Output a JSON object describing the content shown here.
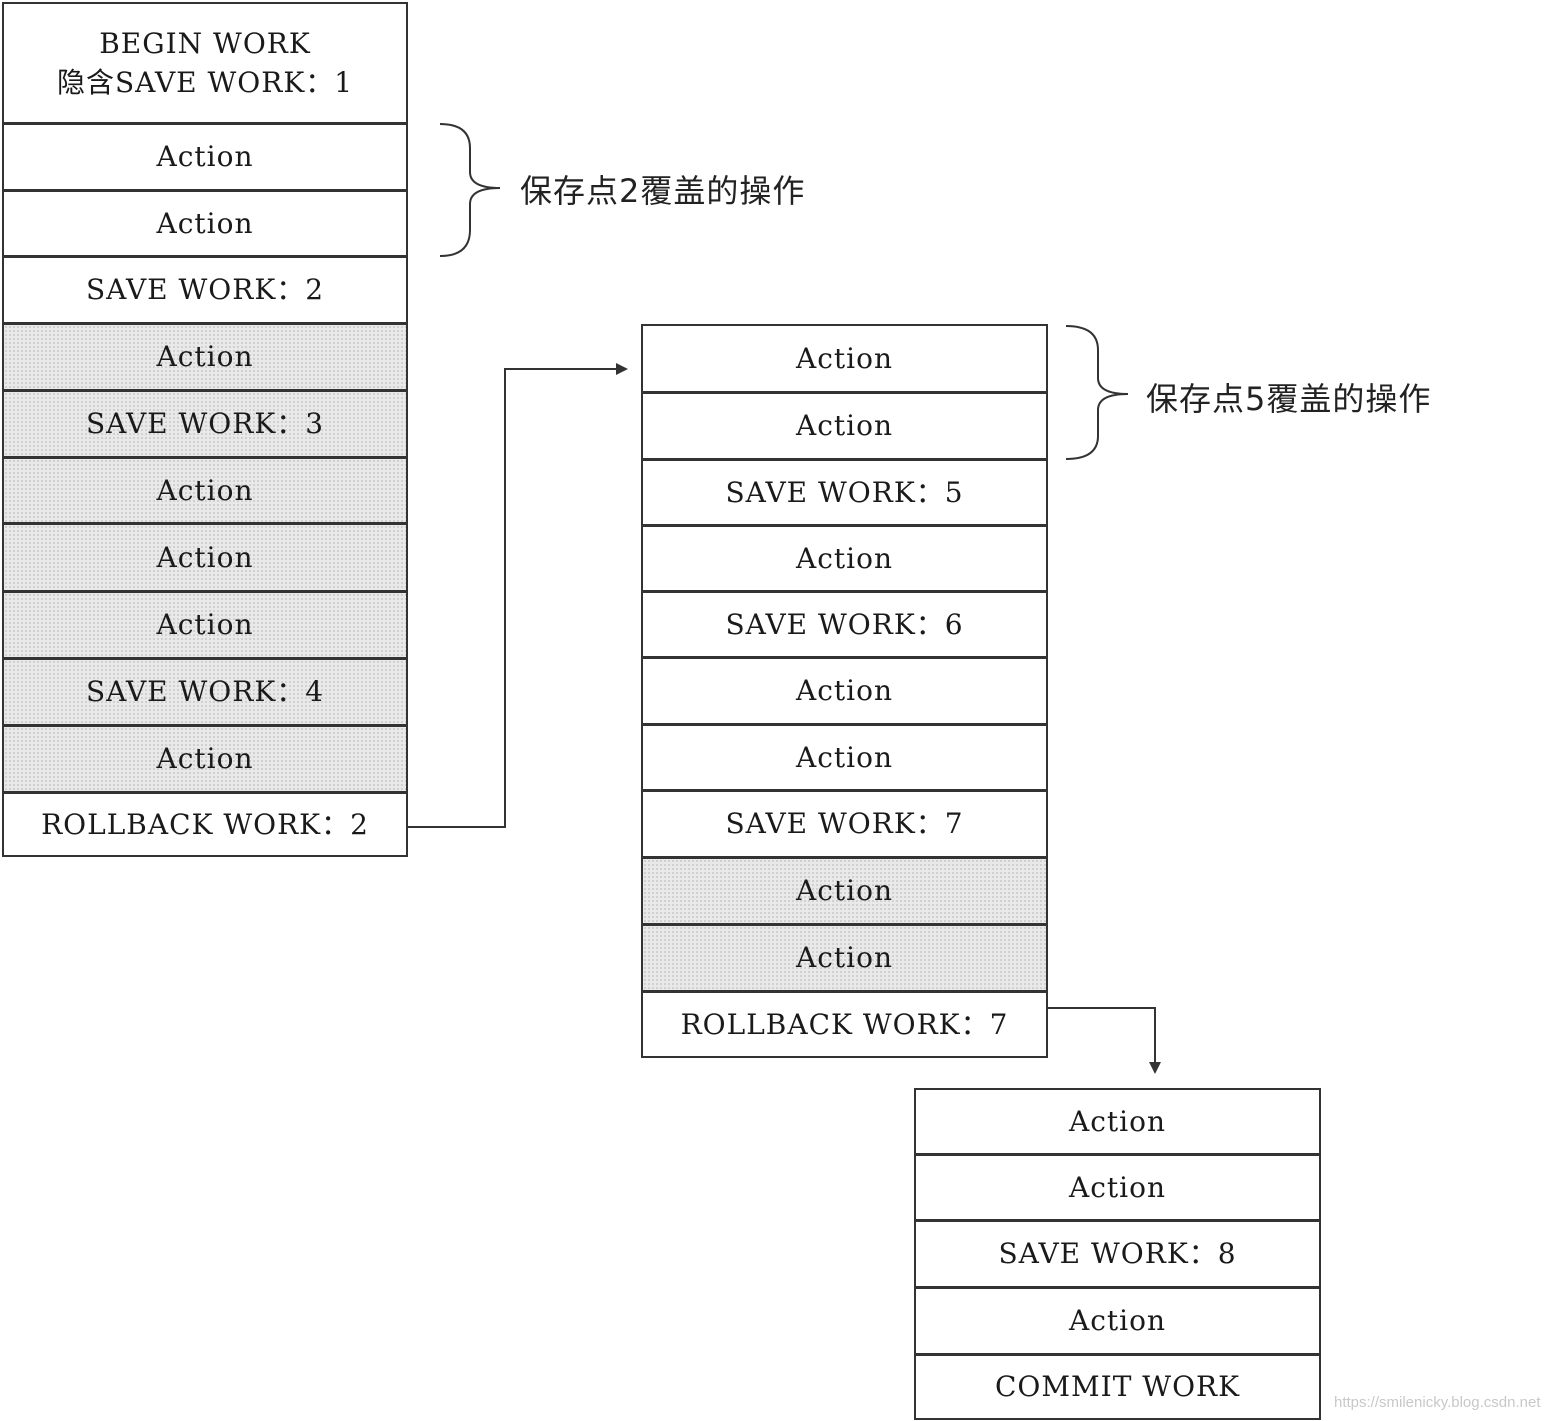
{
  "stacks": [
    {
      "id": "left",
      "cells": [
        {
          "text": "BEGIN WORK\n隐含SAVE WORK：1",
          "shaded": false
        },
        {
          "text": "Action",
          "shaded": false
        },
        {
          "text": "Action",
          "shaded": false
        },
        {
          "text": "SAVE WORK：2",
          "shaded": false
        },
        {
          "text": "Action",
          "shaded": true
        },
        {
          "text": "SAVE WORK：3",
          "shaded": true
        },
        {
          "text": "Action",
          "shaded": true
        },
        {
          "text": "Action",
          "shaded": true
        },
        {
          "text": "Action",
          "shaded": true
        },
        {
          "text": "SAVE WORK：4",
          "shaded": true
        },
        {
          "text": "Action",
          "shaded": true
        },
        {
          "text": "ROLLBACK WORK：2",
          "shaded": false
        }
      ]
    },
    {
      "id": "middle",
      "cells": [
        {
          "text": "Action",
          "shaded": false
        },
        {
          "text": "Action",
          "shaded": false
        },
        {
          "text": "SAVE WORK：5",
          "shaded": false
        },
        {
          "text": "Action",
          "shaded": false
        },
        {
          "text": "SAVE WORK：6",
          "shaded": false
        },
        {
          "text": "Action",
          "shaded": false
        },
        {
          "text": "Action",
          "shaded": false
        },
        {
          "text": "SAVE WORK：7",
          "shaded": false
        },
        {
          "text": "Action",
          "shaded": true
        },
        {
          "text": "Action",
          "shaded": true
        },
        {
          "text": "ROLLBACK WORK：7",
          "shaded": false
        }
      ]
    },
    {
      "id": "right",
      "cells": [
        {
          "text": "Action",
          "shaded": false
        },
        {
          "text": "Action",
          "shaded": false
        },
        {
          "text": "SAVE WORK：8",
          "shaded": false
        },
        {
          "text": "Action",
          "shaded": false
        },
        {
          "text": "COMMIT WORK",
          "shaded": false
        }
      ]
    }
  ],
  "annotations": {
    "savepoint2": "保存点2覆盖的操作",
    "savepoint5": "保存点5覆盖的操作"
  },
  "watermark": "https://smilenicky.blog.csdn.net",
  "colors": {
    "line": "#333333",
    "shaded": "#e9e9e9"
  }
}
